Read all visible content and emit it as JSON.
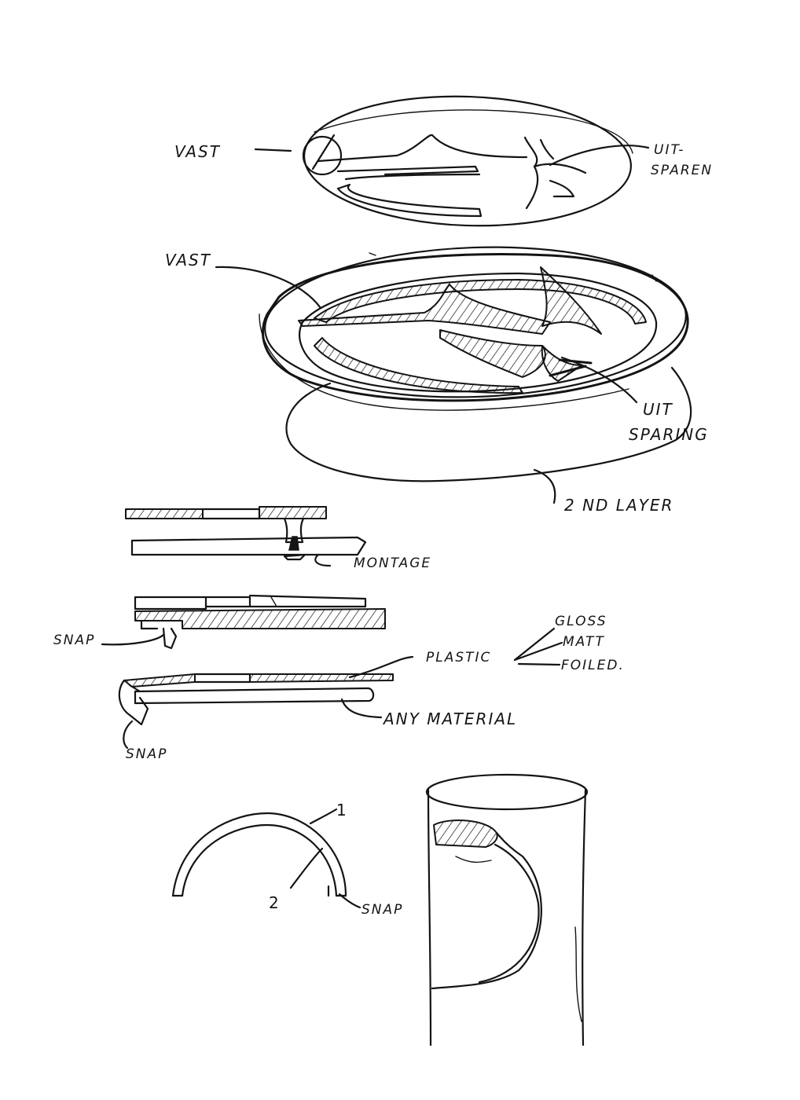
{
  "labels": {
    "vast_top": "VAST",
    "uitsparen_top_1": "UIT-",
    "uitsparen_top_2": "SPAREN",
    "vast_mid": "VAST",
    "uitsparing_1": "UIT",
    "uitsparing_2": "SPARING",
    "second_layer": "2 ND LAYER",
    "montage": "MONTAGE",
    "snap_1": "SNAP",
    "gloss": "GLOSS",
    "matt": "MATT",
    "foiled": "FOILED.",
    "plastic": "PLASTIC",
    "any_material": "ANY MATERIAL",
    "snap_2": "SNAP",
    "part_1": "1",
    "part_2": "2",
    "snap_3": "SNAP"
  },
  "colors": {
    "ink": "#141414",
    "paper": "#ffffff"
  }
}
